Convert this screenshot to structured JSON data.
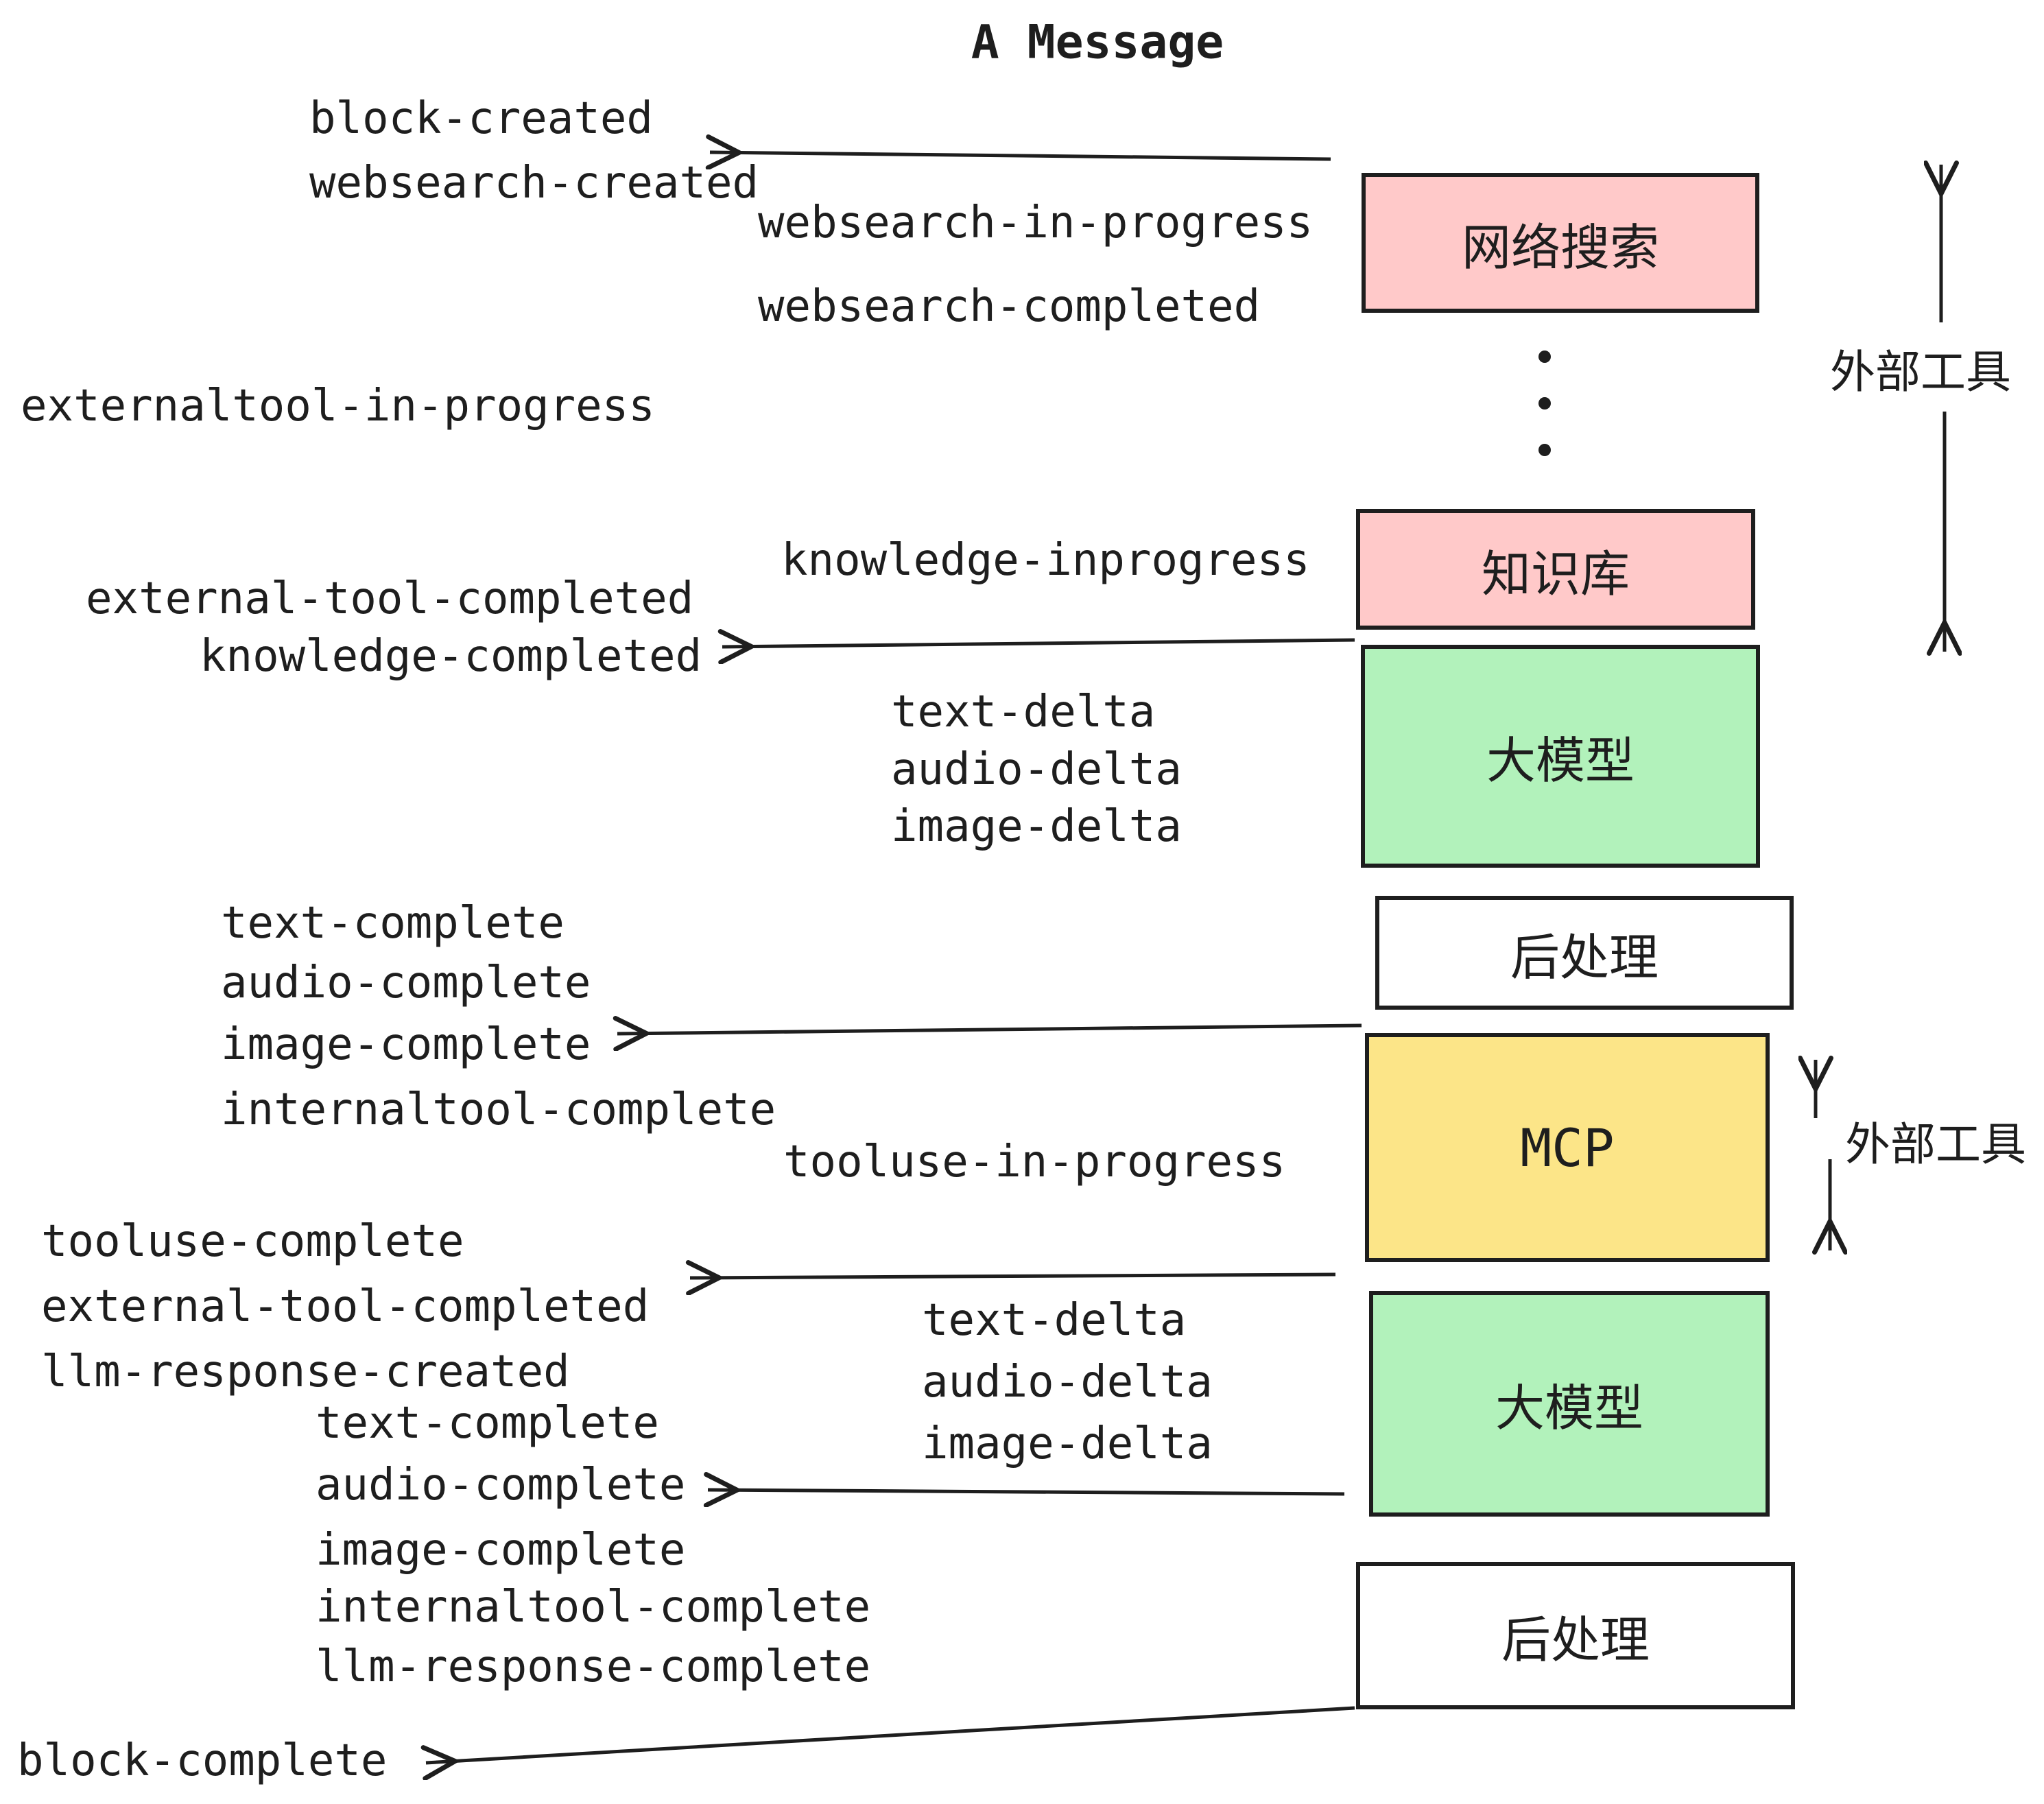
{
  "title": "A Message",
  "colors": {
    "pink": "#ffc9c9",
    "green": "#b2f2bb",
    "yellow": "#fce588",
    "white": "#ffffff",
    "stroke": "#1e1e1e"
  },
  "boxes": {
    "websearch": {
      "label": "网络搜索"
    },
    "knowledge": {
      "label": "知识库"
    },
    "llm1": {
      "label": "大模型"
    },
    "post1": {
      "label": "后处理"
    },
    "mcp": {
      "label": "MCP"
    },
    "llm2": {
      "label": "大模型"
    },
    "post2": {
      "label": "后处理"
    }
  },
  "annotations": {
    "external_tools_top": "外部工具",
    "external_tools_bottom": "外部工具"
  },
  "icons": {
    "ellipsis_dots": "vertical-ellipsis",
    "arrows": "hand-drawn-left-and-vertical-arrows"
  },
  "events": {
    "block_created": "block-created",
    "websearch_created": "websearch-created",
    "websearch_in_progress": "websearch-in-progress",
    "websearch_completed": "websearch-completed",
    "externaltool_in_progress": "externaltool-in-progress",
    "knowledge_inprogress": "knowledge-inprogress",
    "external_tool_completed_1": "external-tool-completed",
    "knowledge_completed": "knowledge-completed",
    "text_delta_1": "text-delta",
    "audio_delta_1": "audio-delta",
    "image_delta_1": "image-delta",
    "text_complete_1": "text-complete",
    "audio_complete_1": "audio-complete",
    "image_complete_1": "image-complete",
    "internaltool_complete_1": "internaltool-complete",
    "tooluse_in_progress": "tooluse-in-progress",
    "tooluse_complete": "tooluse-complete",
    "external_tool_completed_2": "external-tool-completed",
    "llm_response_created": "llm-response-created",
    "text_delta_2": "text-delta",
    "audio_delta_2": "audio-delta",
    "image_delta_2": "image-delta",
    "text_complete_2": "text-complete",
    "audio_complete_2": "audio-complete",
    "image_complete_2": "image-complete",
    "internaltool_complete_2": "internaltool-complete",
    "llm_response_complete": "llm-response-complete",
    "block_complete": "block-complete"
  }
}
